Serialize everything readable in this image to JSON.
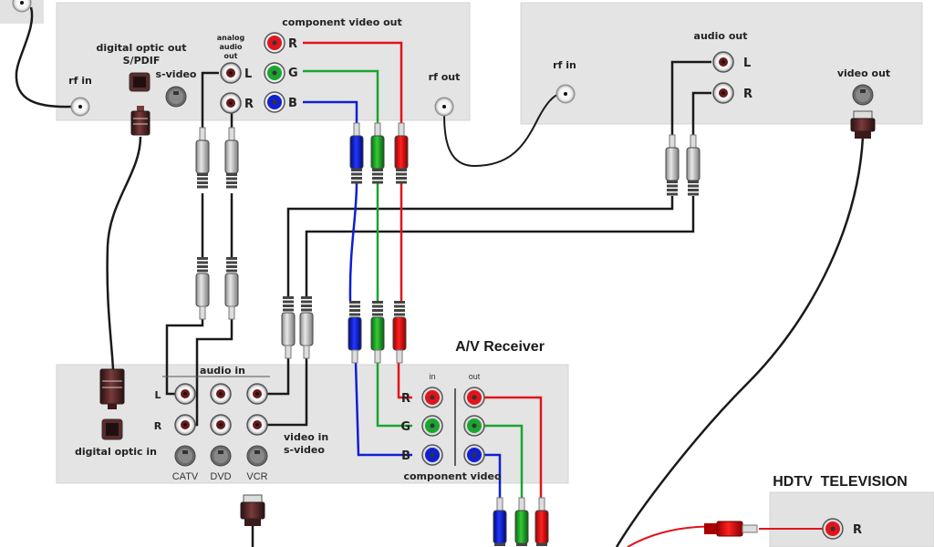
{
  "diagram": {
    "title": "Home theater A/V wiring diagram",
    "colors": {
      "panel": "#e4e4e4",
      "panel_border": "#cfcfcf",
      "red": "#e0141c",
      "green": "#1aa531",
      "blue": "#1020d0",
      "cable_black": "#1a1a1a",
      "optic_plug": "#5a2a2a"
    },
    "devices": {
      "dvd_player": {
        "labels": {
          "rf_in": "rf in",
          "digital_optic_out": "digital optic out",
          "spdif": "S/PDIF",
          "s_video": "s-video",
          "analog_audio_out_1": "analog",
          "analog_audio_out_2": "audio",
          "analog_audio_out_3": "out",
          "audio_L": "L",
          "audio_R": "R",
          "component_video_out": "component video out",
          "comp_R": "R",
          "comp_G": "G",
          "comp_B": "B",
          "rf_out": "rf out"
        }
      },
      "cable_box": {
        "labels": {
          "rf_in": "rf in",
          "audio_out": "audio out",
          "audio_L": "L",
          "audio_R": "R",
          "video_out": "video out"
        }
      },
      "av_receiver": {
        "title": "A/V Receiver",
        "labels": {
          "audio_in": "audio in",
          "row_L": "L",
          "row_R": "R",
          "digital_optic_in": "digital optic in",
          "video_in": "video in",
          "s_video": "s-video",
          "catv": "CATV",
          "dvd": "DVD",
          "vcr": "VCR",
          "in": "in",
          "out": "out",
          "comp_R": "R",
          "comp_G": "G",
          "comp_B": "B",
          "component_video": "component video"
        }
      },
      "hdtv": {
        "title": "HDTV  TELEVISION",
        "labels": {
          "comp_R": "R"
        }
      }
    }
  }
}
